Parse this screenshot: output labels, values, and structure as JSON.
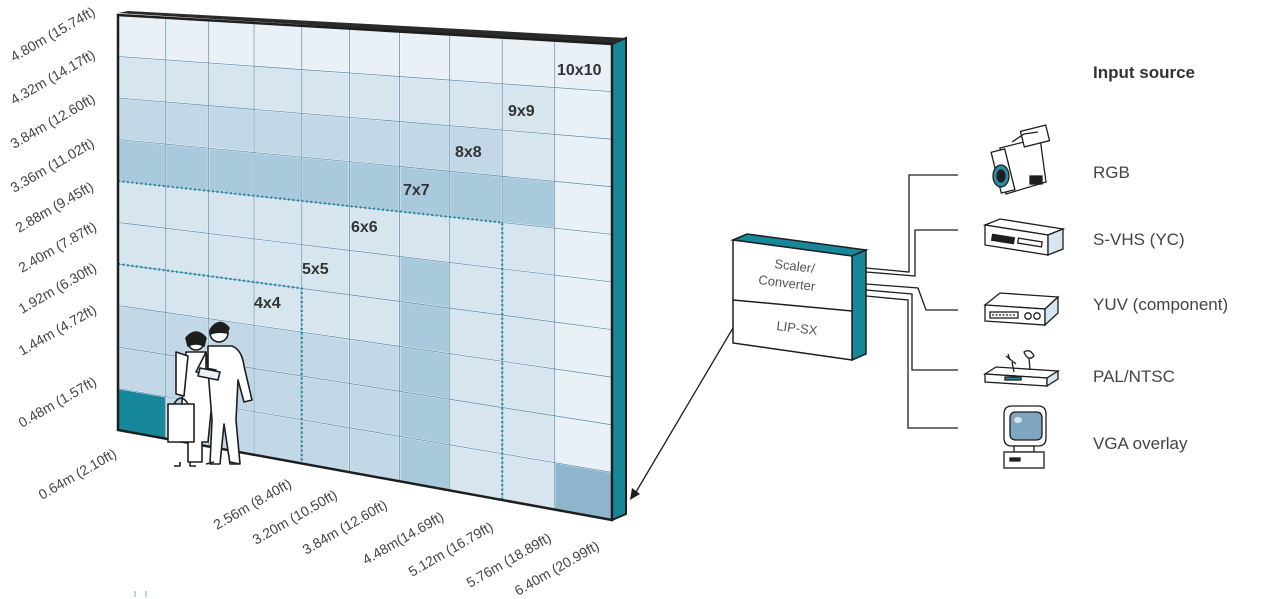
{
  "colors": {
    "wall_frame": "#1e1e1e",
    "wall_edge": "#1a8fa0",
    "wall_edge_dark": "#0f6f7f",
    "cell_lightest": "#e9f1f6",
    "cell_light": "#d6e5ee",
    "cell_mid": "#c2d8e6",
    "cell_dark": "#a9c9dc",
    "cell_accent": "#8fb5cc",
    "cell_teal": "#17889a",
    "grid_line": "#ffffff",
    "dotted_line": "#2a8ca6"
  },
  "vertical_scale": [
    "4.80m (15.74ft)",
    "4.32m (14.17ft)",
    "3.84m (12.60ft)",
    "3.36m (11.02ft)",
    "2.88m (9.45ft)",
    "2.40m (7.87ft)",
    "1.92m (6.30ft)",
    "1.44m (4.72ft)",
    "0.48m (1.57ft)"
  ],
  "horizontal_scale": [
    "0.64m (2.10ft)",
    "2.56m (8.40ft)",
    "3.20m (10.50ft)",
    "3.84m (12.60ft)",
    "4.48m(14.69ft)",
    "5.12m (16.79ft)",
    "5.76m (18.89ft)",
    "6.40m (20.99ft)"
  ],
  "grid_sizes": [
    "4x4",
    "5x5",
    "6x6",
    "7x7",
    "8x8",
    "9x9",
    "10x10"
  ],
  "processor": {
    "top_label_line1": "Scaler/",
    "top_label_line2": "Converter",
    "bottom_label": "LIP-SX"
  },
  "input_title": "Input source",
  "inputs": [
    {
      "label": "RGB",
      "icon": "camcorder-icon"
    },
    {
      "label": "S-VHS (YC)",
      "icon": "vcr-icon"
    },
    {
      "label": "YUV (component)",
      "icon": "video-deck-icon"
    },
    {
      "label": "PAL/NTSC",
      "icon": "satellite-receiver-icon"
    },
    {
      "label": "VGA overlay",
      "icon": "computer-monitor-icon"
    }
  ]
}
